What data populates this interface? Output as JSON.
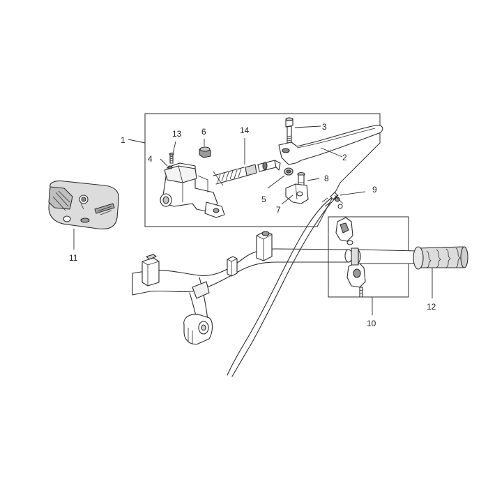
{
  "diagram": {
    "callouts": [
      {
        "id": "1",
        "text": "1"
      },
      {
        "id": "2",
        "text": "2"
      },
      {
        "id": "3",
        "text": "3"
      },
      {
        "id": "4",
        "text": "4"
      },
      {
        "id": "5",
        "text": "5"
      },
      {
        "id": "6",
        "text": "6"
      },
      {
        "id": "7",
        "text": "7"
      },
      {
        "id": "8",
        "text": "8"
      },
      {
        "id": "9",
        "text": "9"
      },
      {
        "id": "10",
        "text": "10"
      },
      {
        "id": "11",
        "text": "11"
      },
      {
        "id": "12",
        "text": "12"
      },
      {
        "id": "13",
        "text": "13"
      },
      {
        "id": "14",
        "text": "14"
      }
    ],
    "colors": {
      "line": "#2b2b2b",
      "shade": "#bdbdbd",
      "fill_light": "#e6e6e6",
      "fill_mid": "#a8a8a8",
      "fill_dark": "#777777",
      "background": "#ffffff"
    }
  }
}
